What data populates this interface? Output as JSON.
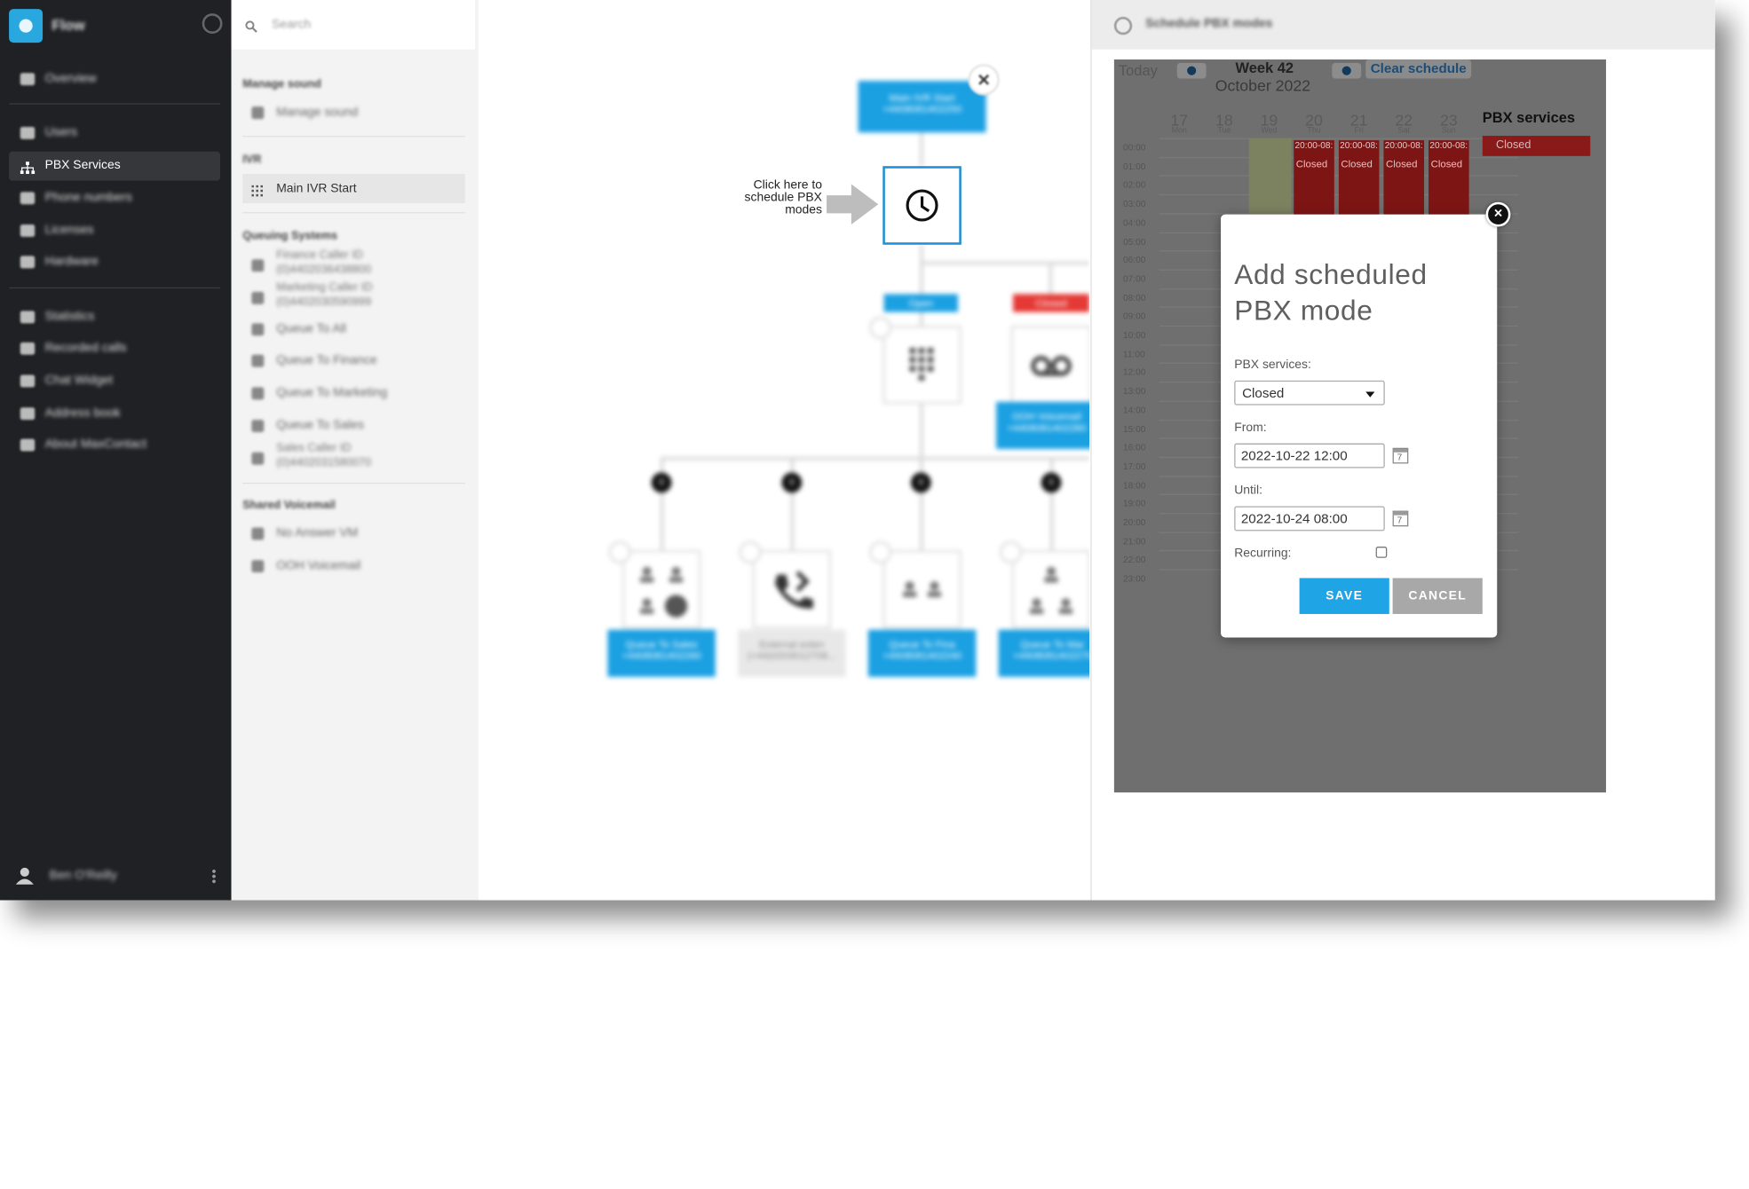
{
  "app": {
    "name": "Flow"
  },
  "sidebar": {
    "items": [
      {
        "label": "Overview",
        "icon": "home-icon"
      },
      {
        "label": "Users",
        "icon": "users-icon"
      },
      {
        "label": "PBX Services",
        "icon": "sitemap-icon",
        "active": true
      },
      {
        "label": "Phone numbers",
        "icon": "plus-icon"
      },
      {
        "label": "Licenses",
        "icon": "license-icon"
      },
      {
        "label": "Hardware",
        "icon": "hardware-icon"
      },
      {
        "label": "Statistics",
        "icon": "stats-icon"
      },
      {
        "label": "Recorded calls",
        "icon": "recorder-icon"
      },
      {
        "label": "Chat Widget",
        "icon": "chat-icon"
      },
      {
        "label": "Address book",
        "icon": "address-book-icon"
      },
      {
        "label": "About MaxContact",
        "icon": "info-icon"
      }
    ],
    "user": {
      "name": "Ben O'Reilly"
    }
  },
  "tree": {
    "search_placeholder": "Search",
    "sections": {
      "manage_sound": "Manage sound",
      "ivr": "IVR",
      "queuing": "Queuing Systems",
      "shared_voicemail": "Shared Voicemail"
    },
    "manage_sound_item": "Manage sound",
    "ivr_item": "Main IVR Start",
    "queue_items": [
      {
        "label": "Finance Caller ID",
        "sub": "(0)4402036438800"
      },
      {
        "label": "Marketing Caller ID",
        "sub": "(0)4402030590999"
      },
      {
        "label": "Queue To All",
        "sub": ""
      },
      {
        "label": "Queue To Finance",
        "sub": ""
      },
      {
        "label": "Queue To Marketing",
        "sub": ""
      },
      {
        "label": "Queue To Sales",
        "sub": ""
      },
      {
        "label": "Sales Caller ID",
        "sub": "(0)4402031580070"
      }
    ],
    "voicemail_items": [
      "No Answer VM",
      "OOH Voicemail"
    ]
  },
  "canvas": {
    "start_node": {
      "title": "Main IVR Start",
      "number": "+4408081402250"
    },
    "hint": "Click here to schedule PBX modes",
    "open_label": "Open",
    "closed_label": "Closed",
    "voicemail_node": {
      "title": "OOH Voicemail",
      "number": "+4408081402280"
    },
    "bottom_nodes": [
      {
        "title": "Queue To Sales",
        "number": "+4408081402260"
      },
      {
        "title": "External exten",
        "number": "(+44)0203012708..."
      },
      {
        "title": "Queue To Fina",
        "number": "+4408081402240"
      },
      {
        "title": "Queue To Mar",
        "number": "+4408081402270"
      }
    ],
    "digits": [
      "0",
      "0",
      "0",
      "0"
    ]
  },
  "panel": {
    "title": "Schedule PBX modes",
    "calendar": {
      "today_label": "Today",
      "week": "Week 42",
      "month": "October 2022",
      "clear_label": "Clear schedule",
      "days": [
        {
          "num": "17",
          "name": "Mon"
        },
        {
          "num": "18",
          "name": "Tue"
        },
        {
          "num": "19",
          "name": "Wed"
        },
        {
          "num": "20",
          "name": "Thu"
        },
        {
          "num": "21",
          "name": "Fri"
        },
        {
          "num": "22",
          "name": "Sat"
        },
        {
          "num": "23",
          "name": "Sun"
        }
      ],
      "hours": [
        "00:00",
        "01:00",
        "02:00",
        "03:00",
        "04:00",
        "05:00",
        "06:00",
        "07:00",
        "08:00",
        "09:00",
        "10:00",
        "11:00",
        "12:00",
        "13:00",
        "14:00",
        "15:00",
        "16:00",
        "17:00",
        "18:00",
        "19:00",
        "20:00",
        "21:00",
        "22:00",
        "23:00"
      ],
      "events": [
        {
          "time": "20:00-08:",
          "label": "Closed"
        },
        {
          "time": "20:00-08:",
          "label": "Closed"
        },
        {
          "time": "20:00-08:",
          "label": "Closed"
        },
        {
          "time": "20:00-08:",
          "label": "Closed"
        }
      ],
      "legend_title": "PBX services",
      "legend_item": "Closed",
      "colors": {
        "closed": "#8a1a1a",
        "today": "#9aa86a"
      }
    }
  },
  "modal": {
    "title": "Add scheduled PBX mode",
    "pbx_label": "PBX services:",
    "pbx_value": "Closed",
    "from_label": "From:",
    "from_value": "2022-10-22 12:00",
    "until_label": "Until:",
    "until_value": "2022-10-24 08:00",
    "calendar_icon_glyph": "7",
    "recurring_label": "Recurring:",
    "recurring_checked": false,
    "save_label": "SAVE",
    "cancel_label": "CANCEL",
    "close_glyph": "×",
    "colors": {
      "save": "#1fa4e6",
      "cancel": "#a8a8a8"
    }
  }
}
